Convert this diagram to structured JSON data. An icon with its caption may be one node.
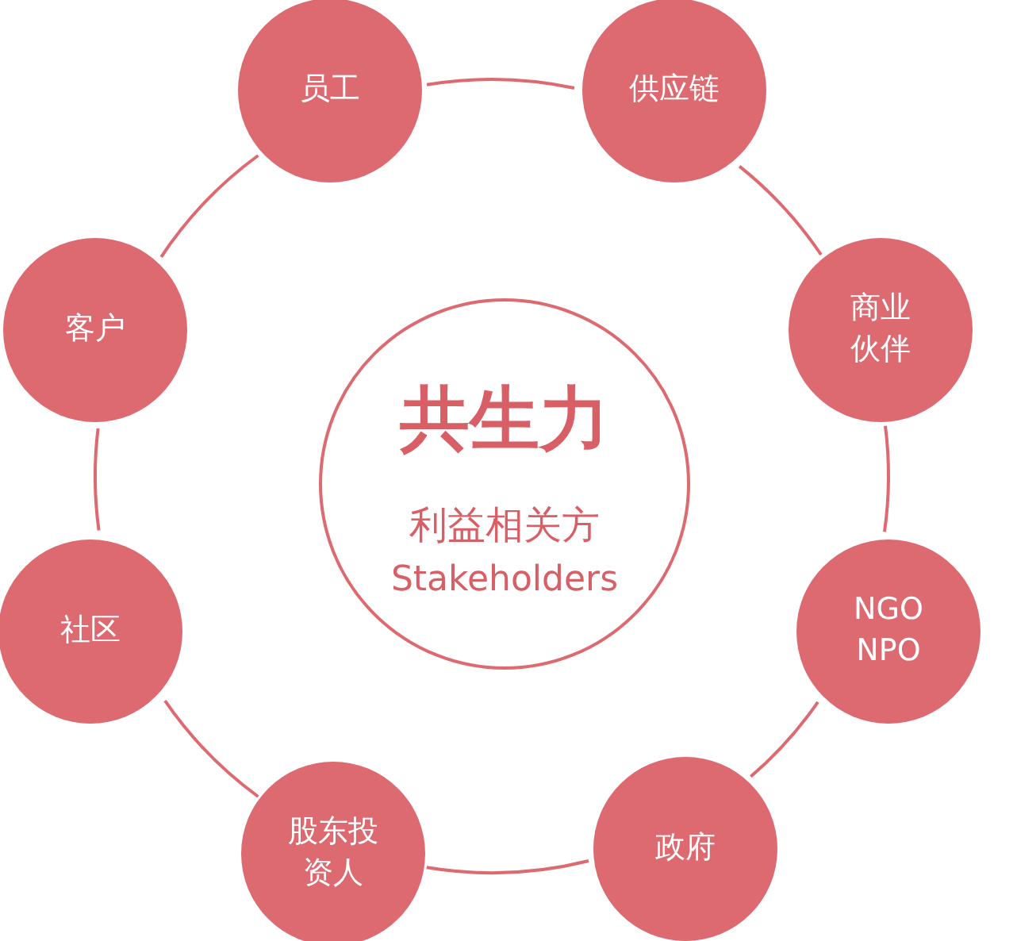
{
  "diagram": {
    "nodes": [
      {
        "text": [
          "共生力",
          "利益相关方",
          "Stakeholders"
        ]
      },
      {
        "text": [
          "员工"
        ]
      },
      {
        "text": [
          "供应链"
        ]
      },
      {
        "text": [
          "客户"
        ]
      },
      {
        "text": [
          "商业伙伴"
        ]
      },
      {
        "text": [
          "社区"
        ]
      },
      {
        "text": [
          "NGO NPO"
        ]
      },
      {
        "text": [
          "股东投资人"
        ]
      },
      {
        "text": [
          "政府"
        ]
      }
    ],
    "edges": [
      {
        "from": 1,
        "to": 2,
        "arrow": "none"
      },
      {
        "from": 2,
        "to": 4,
        "arrow": "none"
      },
      {
        "from": 4,
        "to": 6,
        "arrow": "none"
      },
      {
        "from": 6,
        "to": 8,
        "arrow": "none"
      },
      {
        "from": 8,
        "to": 7,
        "arrow": "none"
      },
      {
        "from": 7,
        "to": 5,
        "arrow": "none"
      },
      {
        "from": 5,
        "to": 3,
        "arrow": "none"
      },
      {
        "from": 3,
        "to": 1,
        "arrow": "none"
      }
    ]
  }
}
